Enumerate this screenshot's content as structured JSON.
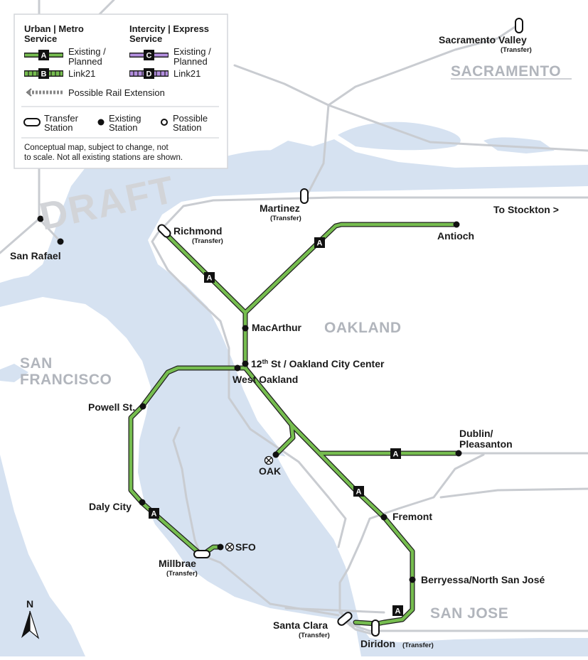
{
  "colors": {
    "water": "#d6e2f1",
    "land": "#ffffff",
    "rail_grey": "#c9ccd1",
    "line_green": "#76bd4f",
    "line_outline": "#1f1f1f",
    "line_purple": "#b48fe0",
    "city_label": "#b1b5bc",
    "draft": "#d2d4d8"
  },
  "watermark": "DRAFT",
  "cities": {
    "sacramento": "SACRAMENTO",
    "oakland": "OAKLAND",
    "san_francisco_line1": "SAN",
    "san_francisco_line2": "FRANCISCO",
    "san_jose": "SAN JOSE"
  },
  "stations": {
    "sacramento_valley": {
      "name": "Sacramento Valley",
      "note": "(Transfer)"
    },
    "martinez": {
      "name": "Martinez",
      "note": "(Transfer)"
    },
    "to_stockton": "To Stockton >",
    "antioch": "Antioch",
    "richmond": {
      "name": "Richmond",
      "note": "(Transfer)"
    },
    "san_rafael": "San Rafael",
    "macarthur": "MacArthur",
    "twelfth_base": "12",
    "twelfth_sup": "th",
    "twelfth_rest": " St / Oakland City Center",
    "west_oakland": "West Oakland",
    "powell": "Powell St.",
    "oak": "OAK",
    "dublin_line1": "Dublin/",
    "dublin_line2": "Pleasanton",
    "daly_city": "Daly City",
    "fremont": "Fremont",
    "sfo": "SFO",
    "millbrae": {
      "name": "Millbrae",
      "note": "(Transfer)"
    },
    "berryessa": "Berryessa/North San José",
    "santa_clara": {
      "name": "Santa Clara",
      "note": "(Transfer)"
    },
    "diridon": {
      "name": "Diridon",
      "note": "(Transfer)"
    }
  },
  "line_badge": "A",
  "legend": {
    "urban_heading_1": "Urban | Metro",
    "urban_heading_2": "Service",
    "intercity_heading_1": "Intercity | Express",
    "intercity_heading_2": "Service",
    "badge_a": "A",
    "badge_b": "B",
    "badge_c": "C",
    "badge_d": "D",
    "existing_1": "Existing /",
    "existing_2": "Planned",
    "link21": "Link21",
    "existing_c_1": "Existing /",
    "existing_c_2": "Planned",
    "link21_d": "Link21",
    "extension": "Possible Rail Extension",
    "transfer_1": "Transfer",
    "transfer_2": "Station",
    "existing_st_1": "Existing",
    "existing_st_2": "Station",
    "possible_st_1": "Possible",
    "possible_st_2": "Station",
    "note_1": "Conceptual map, subject to change, not",
    "note_2": "to scale. Not all existing stations are shown."
  },
  "north": "N"
}
